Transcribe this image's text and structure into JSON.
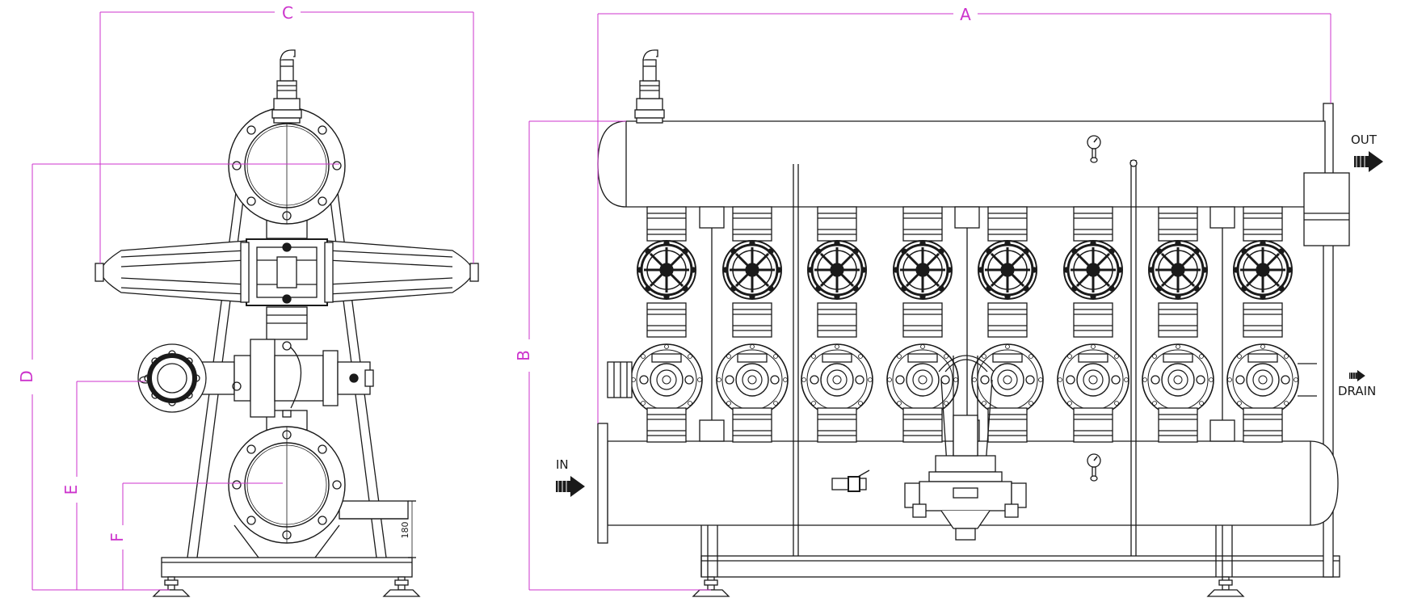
{
  "colors": {
    "line": "#1a1a1a",
    "dimension": "#cc33cc",
    "background": "#ffffff"
  },
  "dimensions": {
    "a": "A",
    "b": "B",
    "c": "C",
    "d": "D",
    "e": "E",
    "f": "F",
    "height_value": "180"
  },
  "flow_labels": {
    "inlet": "IN",
    "outlet": "OUT",
    "drain": "DRAIN"
  },
  "views": {
    "side_view": {
      "dimensions": [
        "C",
        "D",
        "E",
        "F"
      ],
      "height_note": "180"
    },
    "front_view": {
      "filter_units": 8,
      "dimensions": [
        "A",
        "B"
      ]
    }
  },
  "icons": [
    "flow-arrow-icon",
    "pressure-gauge-icon",
    "wheel-valve-icon",
    "flange-icon"
  ]
}
